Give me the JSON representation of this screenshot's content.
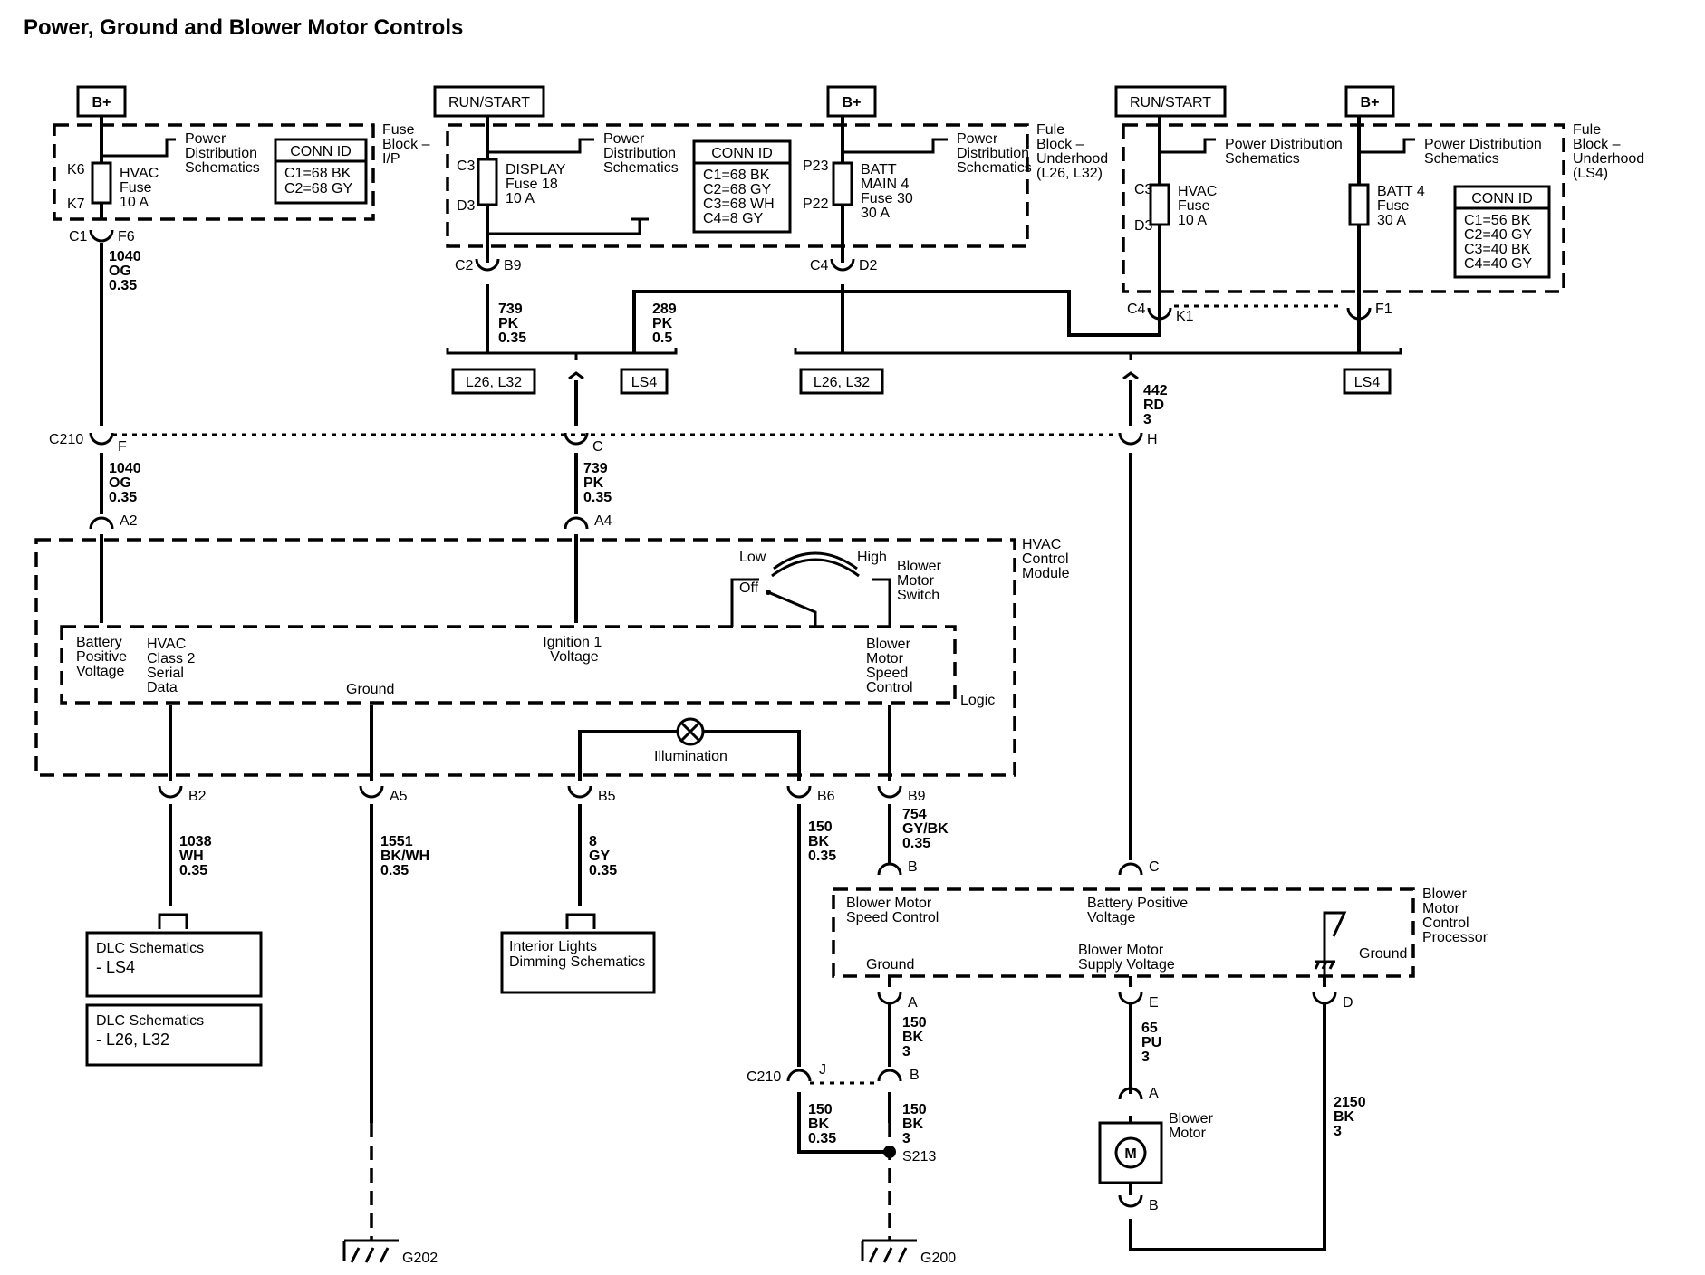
{
  "title": "Power, Ground and Blower Motor Controls",
  "sources": {
    "b_plus": "B+",
    "run_start": "RUN/START"
  },
  "fuse_ip": {
    "block_label": [
      "Fuse",
      "Block –",
      "I/P"
    ],
    "ref": [
      "Power",
      "Distribution",
      "Schematics"
    ],
    "fuse": [
      "HVAC",
      "Fuse",
      "10 A"
    ],
    "pin_top": "K6",
    "pin_bot": "K7",
    "conn_title": "CONN ID",
    "conn": [
      "C1=68 BK",
      "C2=68 GY"
    ],
    "conn_out": "C1",
    "pin_out": "F6"
  },
  "fuse_uh": {
    "block_label": [
      "Fule",
      "Block –",
      "Underhood",
      "(L26, L32)"
    ],
    "display_fuse": [
      "DISPLAY",
      "Fuse 18",
      "10 A"
    ],
    "display_ref": [
      "Power",
      "Distribution",
      "Schematics"
    ],
    "c3": "C3",
    "d3": "D3",
    "conn_title": "CONN ID",
    "conn": [
      "C1=68 BK",
      "C2=68 GY",
      "C3=68 WH",
      "C4=8 GY"
    ],
    "batt_fuse": [
      "BATT",
      "MAIN 4",
      "Fuse 30",
      "30 A"
    ],
    "batt_ref": [
      "Power",
      "Distribution",
      "Schematics"
    ],
    "p23": "P23",
    "p22": "P22",
    "c2": "C2",
    "b9": "B9",
    "c4": "C4",
    "d2": "D2"
  },
  "fuse_ls4": {
    "block_label": [
      "Fule",
      "Block –",
      "Underhood",
      "(LS4)"
    ],
    "ref": [
      "Power Distribution",
      "Schematics"
    ],
    "hvac_fuse": [
      "HVAC",
      "Fuse",
      "10 A"
    ],
    "batt_fuse": [
      "BATT 4",
      "Fuse",
      "30 A"
    ],
    "c3": "C3",
    "d3": "D3",
    "conn_title": "CONN ID",
    "conn": [
      "C1=56 BK",
      "C2=40 GY",
      "C3=40 BK",
      "C4=40 GY"
    ],
    "c4": "C4",
    "k1": "K1",
    "f1": "F1"
  },
  "wires": {
    "w1040_top": [
      "1040",
      "OG",
      "0.35"
    ],
    "w739_top": [
      "739",
      "PK",
      "0.35"
    ],
    "w289": [
      "289",
      "PK",
      "0.5"
    ],
    "w442": [
      "442",
      "RD",
      "3"
    ],
    "w1040_bot": [
      "1040",
      "OG",
      "0.35"
    ],
    "w739_bot": [
      "739",
      "PK",
      "0.35"
    ],
    "w1038": [
      "1038",
      "WH",
      "0.35"
    ],
    "w1551": [
      "1551",
      "BK/WH",
      "0.35"
    ],
    "w8": [
      "8",
      "GY",
      "0.35"
    ],
    "w150_b6": [
      "150",
      "BK",
      "0.35"
    ],
    "w754": [
      "754",
      "GY/BK",
      "0.35"
    ],
    "w150_a": [
      "150",
      "BK",
      "3"
    ],
    "w150_j": [
      "150",
      "BK",
      "0.35"
    ],
    "w150_b": [
      "150",
      "BK",
      "3"
    ],
    "w65": [
      "65",
      "PU",
      "3"
    ],
    "w2150": [
      "2150",
      "BK",
      "3"
    ]
  },
  "options": {
    "l26_l32": "L26, L32",
    "ls4": "LS4"
  },
  "c210": {
    "name": "C210",
    "f": "F",
    "c": "C",
    "h": "H",
    "j": "J",
    "b": "B"
  },
  "hvac_module": {
    "label": [
      "HVAC",
      "Control",
      "Module"
    ],
    "a2": "A2",
    "a4": "A4",
    "switch": {
      "low": "Low",
      "high": "High",
      "off": "Off",
      "label": [
        "Blower",
        "Motor",
        "Switch"
      ]
    },
    "battery": [
      "Battery",
      "Positive",
      "Voltage"
    ],
    "serial": [
      "HVAC",
      "Class 2",
      "Serial",
      "Data"
    ],
    "ignition": [
      "Ignition 1",
      "Voltage"
    ],
    "speed": [
      "Blower",
      "Motor",
      "Speed",
      "Control"
    ],
    "ground": "Ground",
    "logic": "Logic",
    "illumination": "Illumination",
    "b2": "B2",
    "a5": "A5",
    "b5": "B5",
    "b6": "B6",
    "b9": "B9"
  },
  "bmcp": {
    "label": [
      "Blower",
      "Motor",
      "Control",
      "Processor"
    ],
    "speed": [
      "Blower Motor",
      "Speed Control"
    ],
    "battery": [
      "Battery Positive",
      "Voltage"
    ],
    "supply": [
      "Blower Motor",
      "Supply Voltage"
    ],
    "ground_left": "Ground",
    "ground_right": "Ground",
    "b": "B",
    "c": "C",
    "a": "A",
    "e": "E",
    "d": "D"
  },
  "blower_motor": {
    "label": [
      "Blower",
      "Motor"
    ],
    "symbol": "M",
    "a": "A",
    "b": "B"
  },
  "refs": {
    "dlc_ls4": [
      "DLC Schematics",
      "- LS4"
    ],
    "dlc_l26": [
      "DLC Schematics",
      "- L26, L32"
    ],
    "interior": [
      "Interior Lights",
      "Dimming Schematics"
    ]
  },
  "splice": "S213",
  "grounds": {
    "g202": "G202",
    "g200": "G200"
  }
}
